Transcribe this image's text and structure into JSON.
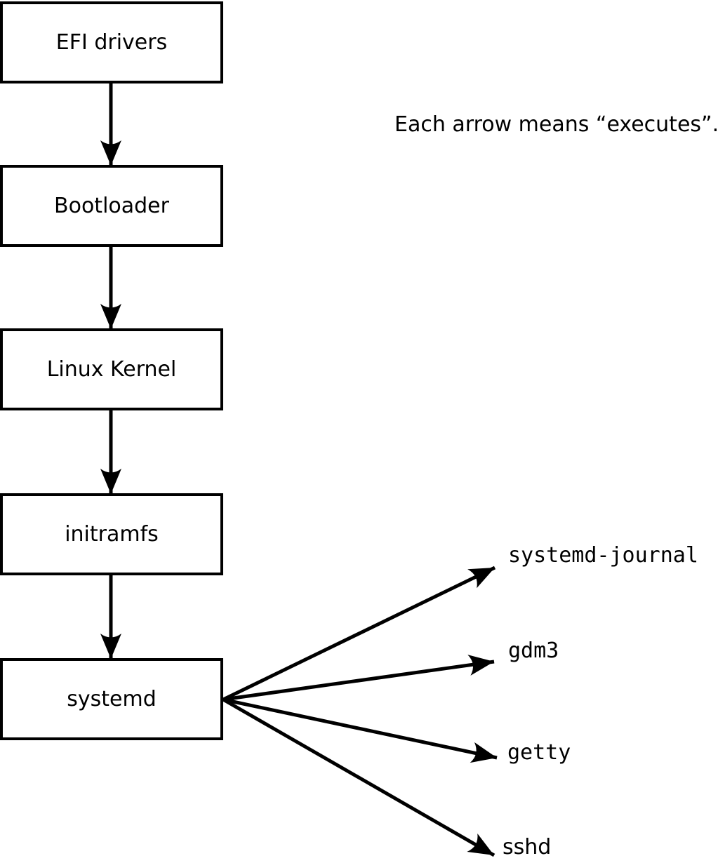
{
  "note": {
    "text": "Each arrow means “executes”."
  },
  "diagram": {
    "chain": [
      {
        "label": "EFI drivers"
      },
      {
        "label": "Bootloader"
      },
      {
        "label": "Linux Kernel"
      },
      {
        "label": "initramfs"
      },
      {
        "label": "systemd"
      }
    ],
    "spawned": [
      {
        "label": "systemd-journal"
      },
      {
        "label": "gdm3"
      },
      {
        "label": "getty"
      },
      {
        "label": "sshd"
      }
    ],
    "edges": [
      {
        "from": "EFI drivers",
        "to": "Bootloader",
        "relation": "executes"
      },
      {
        "from": "Bootloader",
        "to": "Linux Kernel",
        "relation": "executes"
      },
      {
        "from": "Linux Kernel",
        "to": "initramfs",
        "relation": "executes"
      },
      {
        "from": "initramfs",
        "to": "systemd",
        "relation": "executes"
      },
      {
        "from": "systemd",
        "to": "systemd-journal",
        "relation": "executes"
      },
      {
        "from": "systemd",
        "to": "gdm3",
        "relation": "executes"
      },
      {
        "from": "systemd",
        "to": "getty",
        "relation": "executes"
      },
      {
        "from": "systemd",
        "to": "sshd",
        "relation": "executes"
      }
    ]
  },
  "colors": {
    "stroke": "#000000",
    "background": "#ffffff",
    "box_fill": "#ffffff",
    "text": "#000000"
  }
}
